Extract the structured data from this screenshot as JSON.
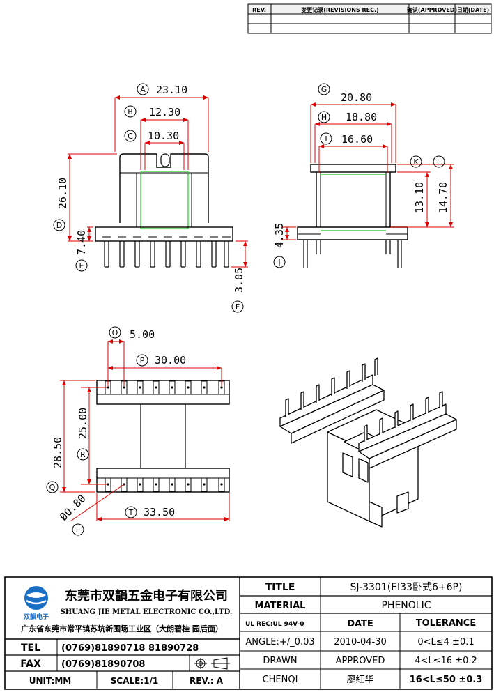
{
  "revision_table": {
    "col_rev": "REV.",
    "col_records": "变更记录(REVISIONS REC.)",
    "col_approved": "确认(APPROVED)",
    "col_date": "日期(DATE)"
  },
  "front_view": {
    "A": {
      "letter": "A",
      "value": "23.10"
    },
    "B": {
      "letter": "B",
      "value": "12.30"
    },
    "C": {
      "letter": "C",
      "value": "10.30"
    },
    "D": {
      "letter": "D",
      "value": "26.10"
    },
    "E": {
      "letter": "E",
      "value": "7.40"
    },
    "F": {
      "letter": "F",
      "value": "3.05"
    }
  },
  "side_view": {
    "G": {
      "letter": "G",
      "value": "20.80"
    },
    "H": {
      "letter": "H",
      "value": "18.80"
    },
    "I": {
      "letter": "I",
      "value": "16.60"
    },
    "K": {
      "letter": "K",
      "value": "13.10"
    },
    "L": {
      "letter": "L",
      "value": "14.70"
    },
    "J": {
      "letter": "J",
      "value": "4.35"
    }
  },
  "bottom_view": {
    "O": {
      "letter": "O",
      "value": "5.00"
    },
    "P": {
      "letter": "P",
      "value": "30.00"
    },
    "R": {
      "letter": "R",
      "value": "25.00"
    },
    "Q": {
      "letter": "Q",
      "value": "28.50"
    },
    "T": {
      "letter": "T",
      "value": "33.50"
    },
    "L": {
      "letter": "L",
      "value": "Ø0.80"
    }
  },
  "title_block": {
    "company_cn": "东莞市双韻五金电子有限公司",
    "company_en": "SHUANG JIE METAL ELECTRONIC CO.,LTD.",
    "logo_text": "双韻电子",
    "address": "广东省东莞市常平镇苏坑新围场工业区（大朗碧桂 园后面）",
    "tel_label": "TEL",
    "tel_value": "(0769)81890718  81890728",
    "fax_label": "FAX",
    "fax_value": "(0769)81890708",
    "unit": "UNIT:MM",
    "scale": "SCALE:1/1",
    "rev": "REV.: A",
    "title_label": "TITLE",
    "title_value": "SJ-3301(EI33卧式6+6P)",
    "material_label": "MATERIAL",
    "material_value": "PHENOLIC",
    "ul_rec": "UL REC:UL 94V-0",
    "date_label": "DATE",
    "tolerance_label": "TOLERANCE",
    "angle": "ANGLE:+/_0.03",
    "date_value": "2010-04-30",
    "tol1": "0<L≤4   ±0.1",
    "drawn_label": "DRAWN",
    "approved_label": "APPROVED",
    "tol2": "4<L≤16  ±0.2",
    "drawn_value": "CHENQI",
    "approved_value": "廖红华",
    "tol3": "16<L≤50  ±0.3"
  }
}
